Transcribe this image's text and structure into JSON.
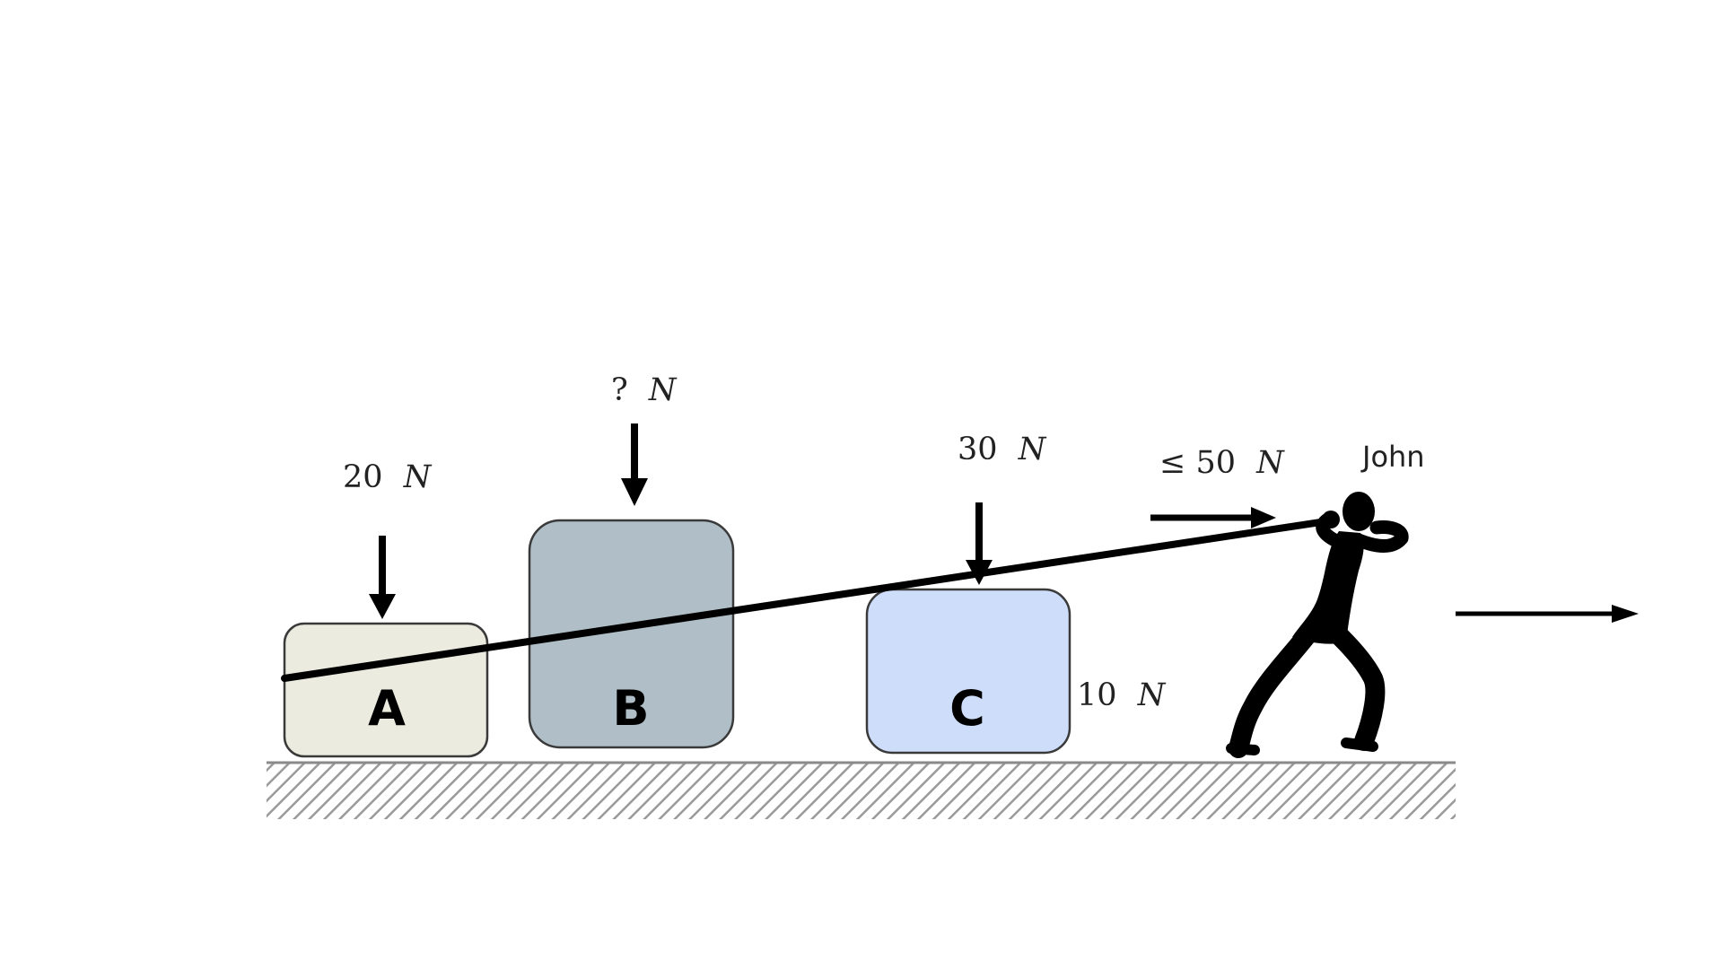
{
  "colors": {
    "block_a_fill": "#ebebdf",
    "block_b_fill": "#b0bfc7",
    "block_c_fill": "#cedefa",
    "block_stroke": "#3a3a3a",
    "rope": "#000000",
    "arrow": "#000000",
    "ground_hatch": "#9a9a9a",
    "person": "#000000"
  },
  "blocks": [
    {
      "id": "A",
      "label": "A"
    },
    {
      "id": "B",
      "label": "B"
    },
    {
      "id": "C",
      "label": "C"
    }
  ],
  "forces": {
    "a_load": {
      "value": "20",
      "unit": "N"
    },
    "b_load": {
      "value": "?",
      "unit": "N"
    },
    "c_load": {
      "value": "30",
      "unit": "N"
    },
    "c_side": {
      "value": "10",
      "unit": "N"
    },
    "rope_tension": {
      "value": "≤ 50",
      "unit": "N"
    }
  },
  "person": {
    "name": "John",
    "icon": "person-pulling-icon"
  }
}
